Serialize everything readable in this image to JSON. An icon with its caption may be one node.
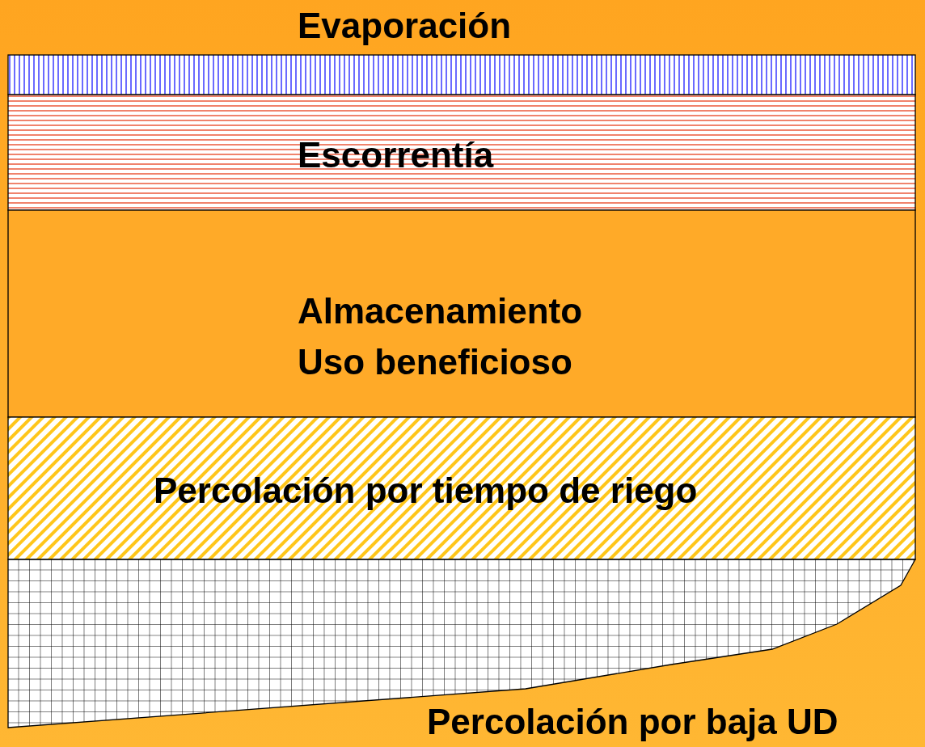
{
  "diagram": {
    "nodes": [
      {
        "text": [
          "Evaporación"
        ]
      },
      {
        "text": [
          "Escorrentía"
        ]
      },
      {
        "text": [
          "Almacenamiento",
          "Uso beneficioso"
        ]
      },
      {
        "text": [
          "Percolación por tiempo de riego"
        ]
      },
      {
        "text": [
          "Percolación por baja UD"
        ]
      }
    ]
  }
}
